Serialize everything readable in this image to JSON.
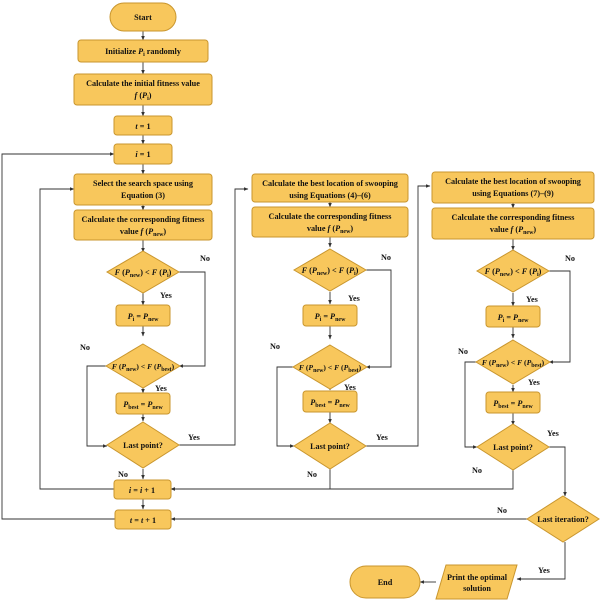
{
  "flow": {
    "start": "Start",
    "init": [
      "Initialize ",
      "P",
      "i",
      " randomly"
    ],
    "calc_init_1": "Calculate the initial fitness value",
    "calc_init_2": [
      "f",
      " (",
      "P",
      "i",
      ")"
    ],
    "t_eq_1": [
      "t",
      " = 1"
    ],
    "i_eq_1": [
      "i",
      " = 1"
    ],
    "i_incr": [
      "i",
      " = ",
      "i",
      " + 1"
    ],
    "t_incr": [
      "t",
      " = ",
      "t",
      " + 1"
    ],
    "last_iteration": "Last iteration?",
    "print_1": "Print the optimal",
    "print_2": "solution",
    "end": "End"
  },
  "stages": [
    {
      "step_1": "Select the search space using",
      "step_2": "Equation (3)",
      "fit_1": "Calculate the corresponding fitness",
      "fit_2a": "value ",
      "fit_2b": "f",
      "fit_2c": " (",
      "fit_2d": "P",
      "fit_2e": "new",
      "fit_2f": ")"
    },
    {
      "step_1": "Calculate the best location of swooping",
      "step_2": "using Equations (4)–(6)",
      "fit_1": "Calculate the corresponding fitness",
      "fit_2a": "value ",
      "fit_2b": "f",
      "fit_2c": " (",
      "fit_2d": "P",
      "fit_2e": "new",
      "fit_2f": ")"
    },
    {
      "step_1": "Calculate the best location of swooping",
      "step_2": "using Equations (7)–(9)",
      "fit_1": "Calculate the corresponding fitness",
      "fit_2a": "value ",
      "fit_2b": "f",
      "fit_2c": " (",
      "fit_2d": "P",
      "fit_2e": "new",
      "fit_2f": ")"
    }
  ],
  "cond1": [
    "F",
    " (",
    "P",
    "new",
    ") < ",
    "F",
    " (",
    "P",
    "i",
    ")"
  ],
  "assign1": [
    "P",
    "i",
    " = ",
    "P",
    "new"
  ],
  "cond2": [
    "F",
    " (",
    "P",
    "new",
    ") < ",
    "F",
    " (",
    "P",
    "best",
    ")"
  ],
  "assign2": [
    "P",
    "best",
    " = ",
    "P",
    "new"
  ],
  "last_point": "Last point?",
  "labels": {
    "yes": "Yes",
    "no": "No"
  }
}
